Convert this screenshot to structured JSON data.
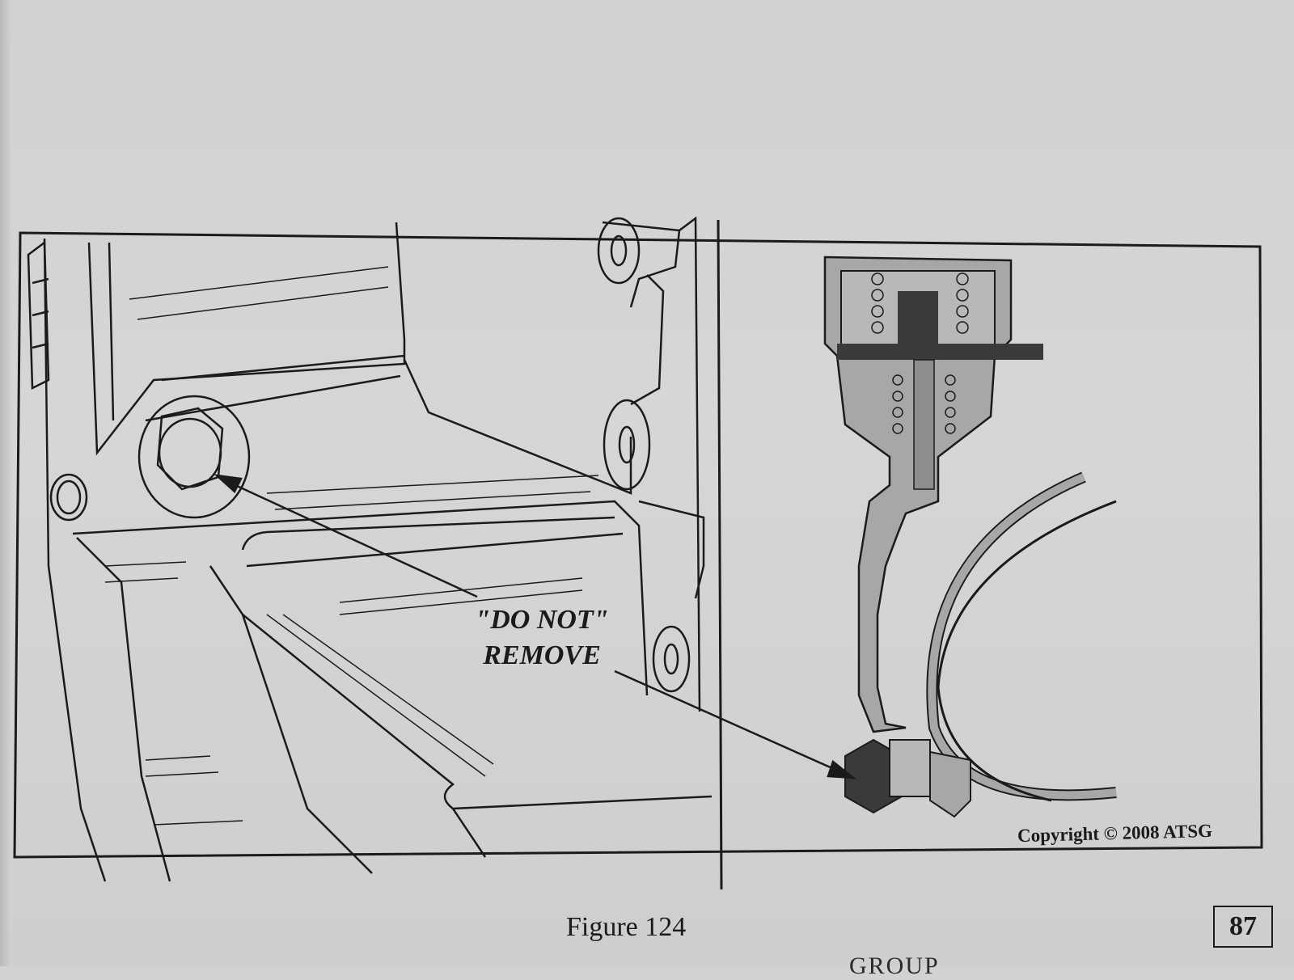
{
  "callout": {
    "line1": "\"DO NOT\"",
    "line2": "REMOVE"
  },
  "copyright": "Copyright © 2008 ATSG",
  "caption": "Figure 124",
  "page_number": "87",
  "footer_partial": "GROUP",
  "colors": {
    "paper": "#d3d2d0",
    "ink": "#1b1b1b",
    "part_fill": "#a8a7a5",
    "dark_part": "#3a3a3a"
  }
}
